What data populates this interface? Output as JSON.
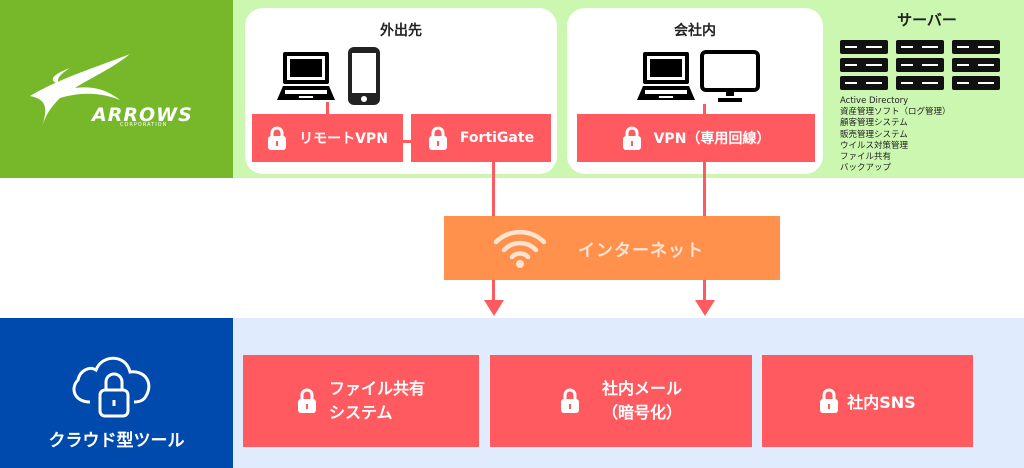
{
  "brand": {
    "name": "ARROWS",
    "sub": "CORPORATION"
  },
  "remote": {
    "title": "外出先",
    "devices": [
      "laptop",
      "smartphone"
    ],
    "boxes": [
      {
        "label": "リモートVPN",
        "icon": "lock-icon"
      },
      {
        "label": "FortiGate",
        "icon": "lock-icon"
      }
    ]
  },
  "office": {
    "title": "会社内",
    "devices": [
      "laptop",
      "desktop-monitor"
    ],
    "box": {
      "label": "VPN（専用回線）",
      "icon": "lock-icon"
    }
  },
  "server": {
    "title": "サーバー",
    "items": [
      "Active Directory",
      "資産管理ソフト（ログ管理）",
      "顧客管理システム",
      "販売管理システム",
      "ウイルス対策管理",
      "ファイル共有",
      "バックアップ"
    ]
  },
  "internet": {
    "label": "インターネット",
    "icon": "wifi-icon"
  },
  "cloud": {
    "title": "クラウド型ツール",
    "tools": [
      {
        "line1": "ファイル共有",
        "line2": "システム"
      },
      {
        "line1": "社内メール",
        "line2": "（暗号化）"
      },
      {
        "line1": "社内SNS",
        "line2": ""
      }
    ]
  },
  "colors": {
    "brand_green": "#76b82a",
    "light_green": "#ccf7b0",
    "red": "#ff5a5f",
    "orange": "#ff914d",
    "blue": "#004aad",
    "light_blue": "#e0ecfd"
  }
}
